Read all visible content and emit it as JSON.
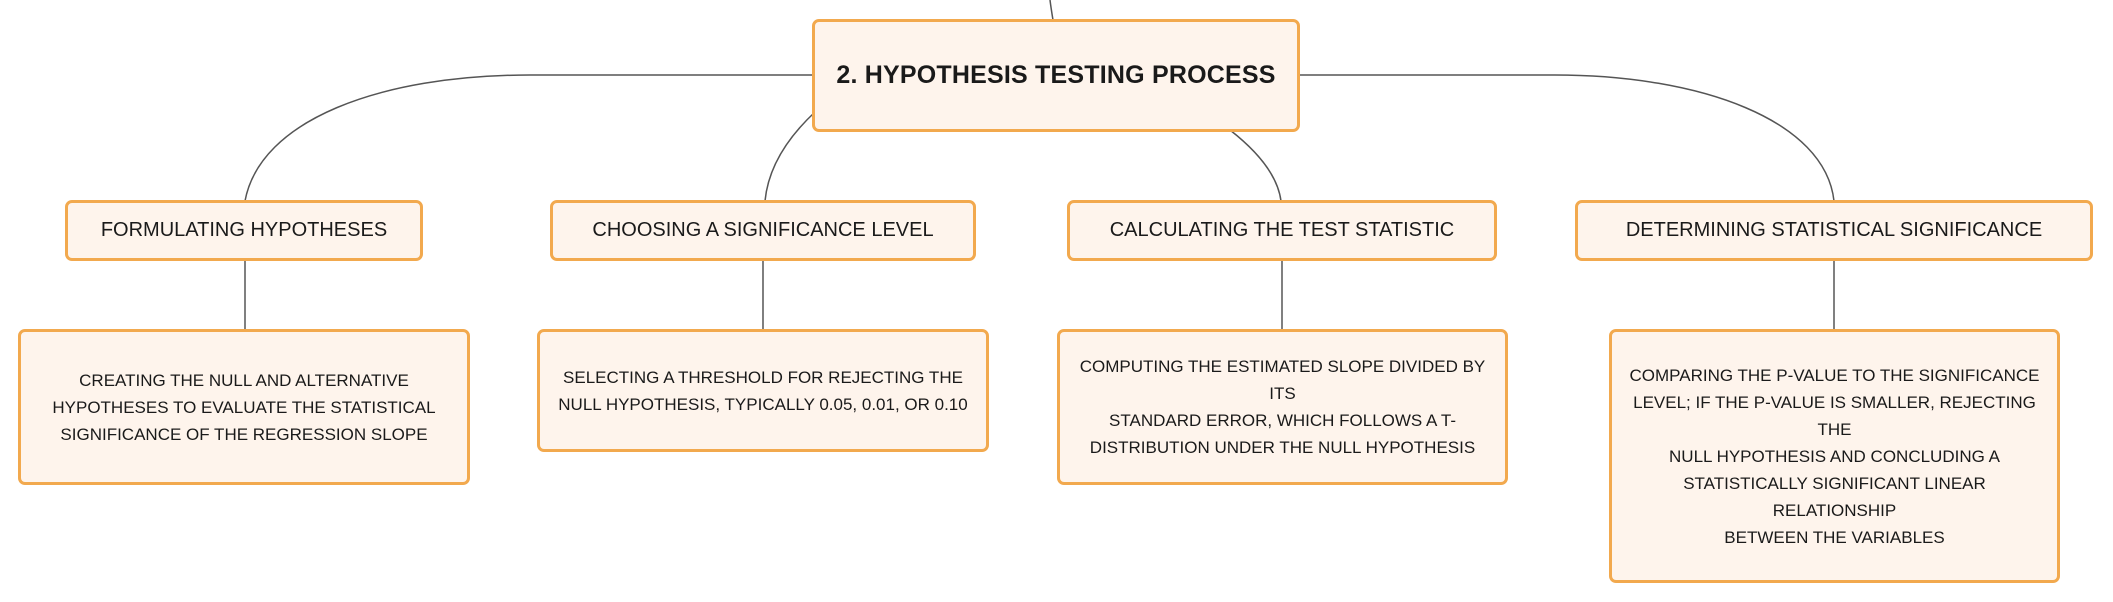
{
  "diagram": {
    "root": {
      "label": "2. HYPOTHESIS TESTING PROCESS"
    },
    "topics": [
      {
        "label": "FORMULATING HYPOTHESES",
        "detail": [
          "CREATING THE NULL AND ALTERNATIVE",
          "HYPOTHESES TO EVALUATE THE STATISTICAL",
          "SIGNIFICANCE OF THE REGRESSION SLOPE"
        ]
      },
      {
        "label": "CHOOSING A SIGNIFICANCE LEVEL",
        "detail": [
          "SELECTING A THRESHOLD FOR REJECTING THE",
          "NULL HYPOTHESIS, TYPICALLY 0.05, 0.01, OR 0.10"
        ]
      },
      {
        "label": "CALCULATING THE TEST STATISTIC",
        "detail": [
          "COMPUTING THE ESTIMATED SLOPE DIVIDED BY ITS",
          "STANDARD ERROR, WHICH FOLLOWS A T-",
          "DISTRIBUTION UNDER THE NULL HYPOTHESIS"
        ]
      },
      {
        "label": "DETERMINING STATISTICAL SIGNIFICANCE",
        "detail": [
          "COMPARING THE P-VALUE TO THE SIGNIFICANCE",
          "LEVEL; IF THE P-VALUE IS SMALLER, REJECTING THE",
          "NULL HYPOTHESIS AND CONCLUDING A",
          "STATISTICALLY SIGNIFICANT LINEAR RELATIONSHIP",
          "BETWEEN THE VARIABLES"
        ]
      }
    ]
  },
  "colors": {
    "node_border": "#f2a94e",
    "node_fill": "#fef4ec",
    "connector": "#555555"
  }
}
